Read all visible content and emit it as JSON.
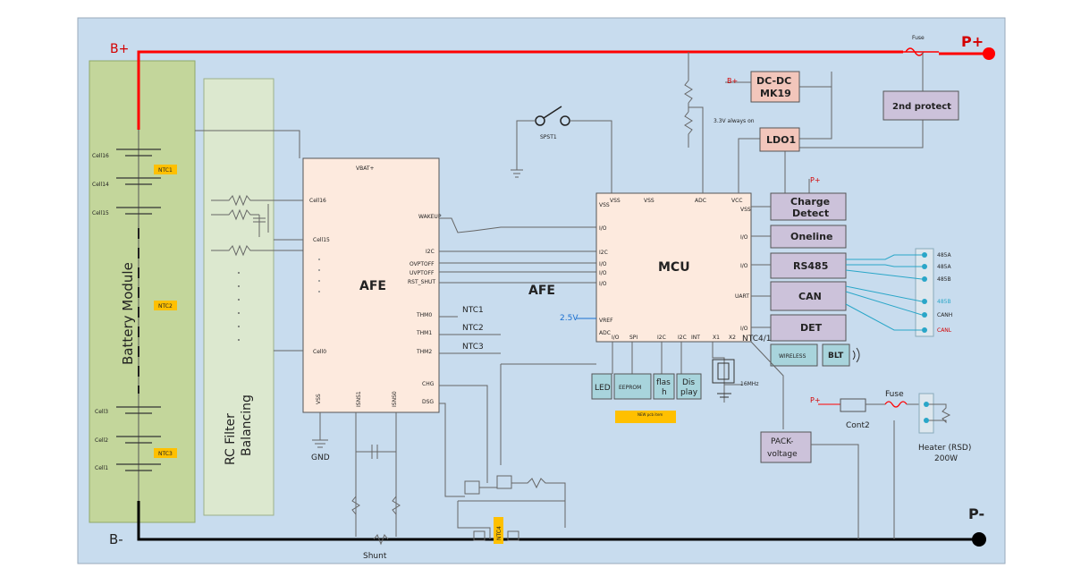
{
  "rails": {
    "b_plus": "B+",
    "b_minus": "B-",
    "p_plus": "P+",
    "p_minus": "P-",
    "fuse_top": "Fuse",
    "fuse_heater": "Fuse"
  },
  "battery_module": {
    "label": "Battery Module",
    "cells": [
      "Cell16",
      "Cell14",
      "Cell15",
      "Cell3",
      "Cell2",
      "Cell1"
    ],
    "ntc_badges": [
      "NTC1",
      "NTC2",
      "NTC3"
    ]
  },
  "rc_filter": {
    "label_line1": "RC Filter",
    "label_line2": "Balancing"
  },
  "afe": {
    "label": "AFE",
    "label_outside": "AFE",
    "pins": {
      "vbat": "VBAT+",
      "cell16": "Cell16",
      "cell15": "Cell15",
      "cell0": "Cell0",
      "wakeup": "WAKEUP",
      "i2c": "I2C",
      "ovp": "OVPTOFF",
      "uvp": "UVPTOFF",
      "rst": "RST_SHUT",
      "thm0": "THM0",
      "thm1": "THM1",
      "thm2": "THM2",
      "chg": "CHG",
      "dsg": "DSG",
      "vss": "VSS",
      "isns1": "ISNS1",
      "isns0": "ISNS0"
    },
    "ntc_labels": [
      "NTC1",
      "NTC2",
      "NTC3"
    ]
  },
  "switch": {
    "label": "SPST1"
  },
  "gnd": {
    "label": "GND"
  },
  "shunt": {
    "label": "Shunt"
  },
  "mcu": {
    "label": "MCU",
    "pins_top": [
      "VSS",
      "VSS",
      "ADC",
      "VCC"
    ],
    "pins_left": [
      "VSS",
      "I/O",
      "I2C",
      "I/O",
      "I/O",
      "I/O",
      "VREF",
      "ADC"
    ],
    "pins_bottom": [
      "I/O",
      "SPI",
      "I2C",
      "I2C",
      "INT",
      "X1",
      "X2"
    ],
    "pins_right": [
      "VSS",
      "I/O",
      "I/O",
      "UART",
      "I/O"
    ],
    "vref_label": "2.5V",
    "ntc4": "NTC4/1",
    "xtal": "16MHz"
  },
  "dcdc": {
    "line1": "DC-DC",
    "line2": "MK19",
    "input": "B+"
  },
  "ldo": {
    "label": "LDO1",
    "note": "3.3V always on"
  },
  "protect2": {
    "label": "2nd protect"
  },
  "charge_detect": {
    "line1": "Charge",
    "line2": "Detect",
    "input": "P+"
  },
  "oneline": {
    "label": "Oneline"
  },
  "rs485": {
    "label": "RS485"
  },
  "can": {
    "label": "CAN"
  },
  "det": {
    "label": "DET"
  },
  "wireless": {
    "label": "WIRELESS"
  },
  "blt": {
    "label": "BLT"
  },
  "connector_pins": [
    "485A",
    "485A",
    "485B",
    "485B",
    "CANH",
    "CANL"
  ],
  "peripherals": {
    "led": "LED",
    "eeprom": "EEPROM",
    "flash_l1": "flas",
    "flash_l2": "h",
    "display_l1": "Dis",
    "display_l2": "play",
    "badge": "NEW pcb item"
  },
  "pack_voltage": {
    "line1": "PACK-",
    "line2": "voltage"
  },
  "heater": {
    "line1": "Heater (RSD)",
    "line2": "200W",
    "cont": "Cont2",
    "input": "P+"
  },
  "mosfet_badge": "NTC4",
  "colors": {
    "panel": "#c8dcee",
    "battery": "#c3d69b",
    "rc": "#dce8cf",
    "afe": "#fdeade",
    "box_pink": "#f2c6bb",
    "box_purple": "#ccc2da",
    "box_teal": "#a8d4dc",
    "rail_red": "#ff0000",
    "rail_black": "#000000",
    "badge": "#ffc000"
  }
}
